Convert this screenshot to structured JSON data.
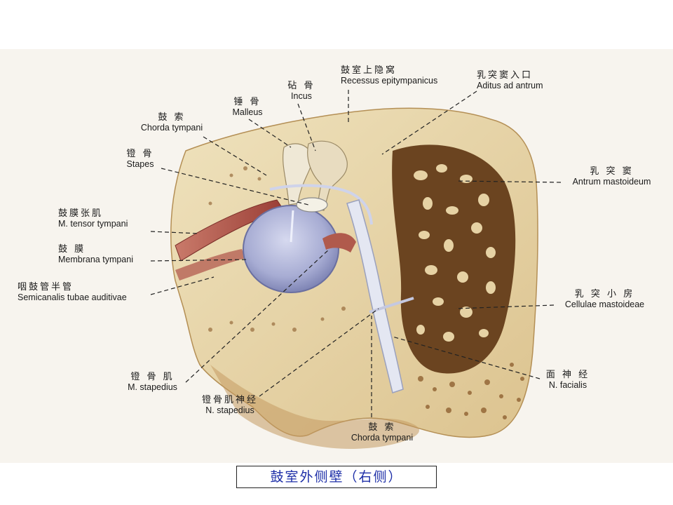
{
  "labels": {
    "chorda_tympani_top": {
      "zh": "鼓 索",
      "en": "Chorda tympani"
    },
    "malleus": {
      "zh": "锤 骨",
      "en": "Malleus"
    },
    "incus": {
      "zh": "砧 骨",
      "en": "Incus"
    },
    "recessus": {
      "zh": "鼓室上隐窝",
      "en": "Recessus epitympanicus"
    },
    "aditus": {
      "zh": "乳突窦入口",
      "en": "Aditus ad antrum"
    },
    "stapes": {
      "zh": "镫 骨",
      "en": "Stapes"
    },
    "antrum": {
      "zh": "乳 突 窦",
      "en": "Antrum mastoideum"
    },
    "tensor": {
      "zh": "鼓膜张肌",
      "en": "M. tensor tympani"
    },
    "membrana": {
      "zh": "鼓 膜",
      "en": "Membrana tympani"
    },
    "semicanalis": {
      "zh": "咽鼓管半管",
      "en": "Semicanalis tubae auditivae"
    },
    "cellulae": {
      "zh": "乳 突 小 房",
      "en": "Cellulae mastoideae"
    },
    "stapedius_m": {
      "zh": "镫 骨 肌",
      "en": "M. stapedius"
    },
    "stapedius_n": {
      "zh": "镫骨肌神经",
      "en": "N. stapedius"
    },
    "facialis": {
      "zh": "面 神 经",
      "en": "N. facialis"
    },
    "chorda_tympani_bottom": {
      "zh": "鼓 索",
      "en": "Chorda tympani"
    }
  },
  "caption": "鼓室外侧壁（右侧）",
  "colors": {
    "bone": "#e9d8ae",
    "bone_dark": "#c9a86c",
    "air_cells": "#5a3414",
    "membrane": "#aab0d6",
    "muscle": "#b85a4e",
    "caption_text": "#1e2fa8"
  }
}
